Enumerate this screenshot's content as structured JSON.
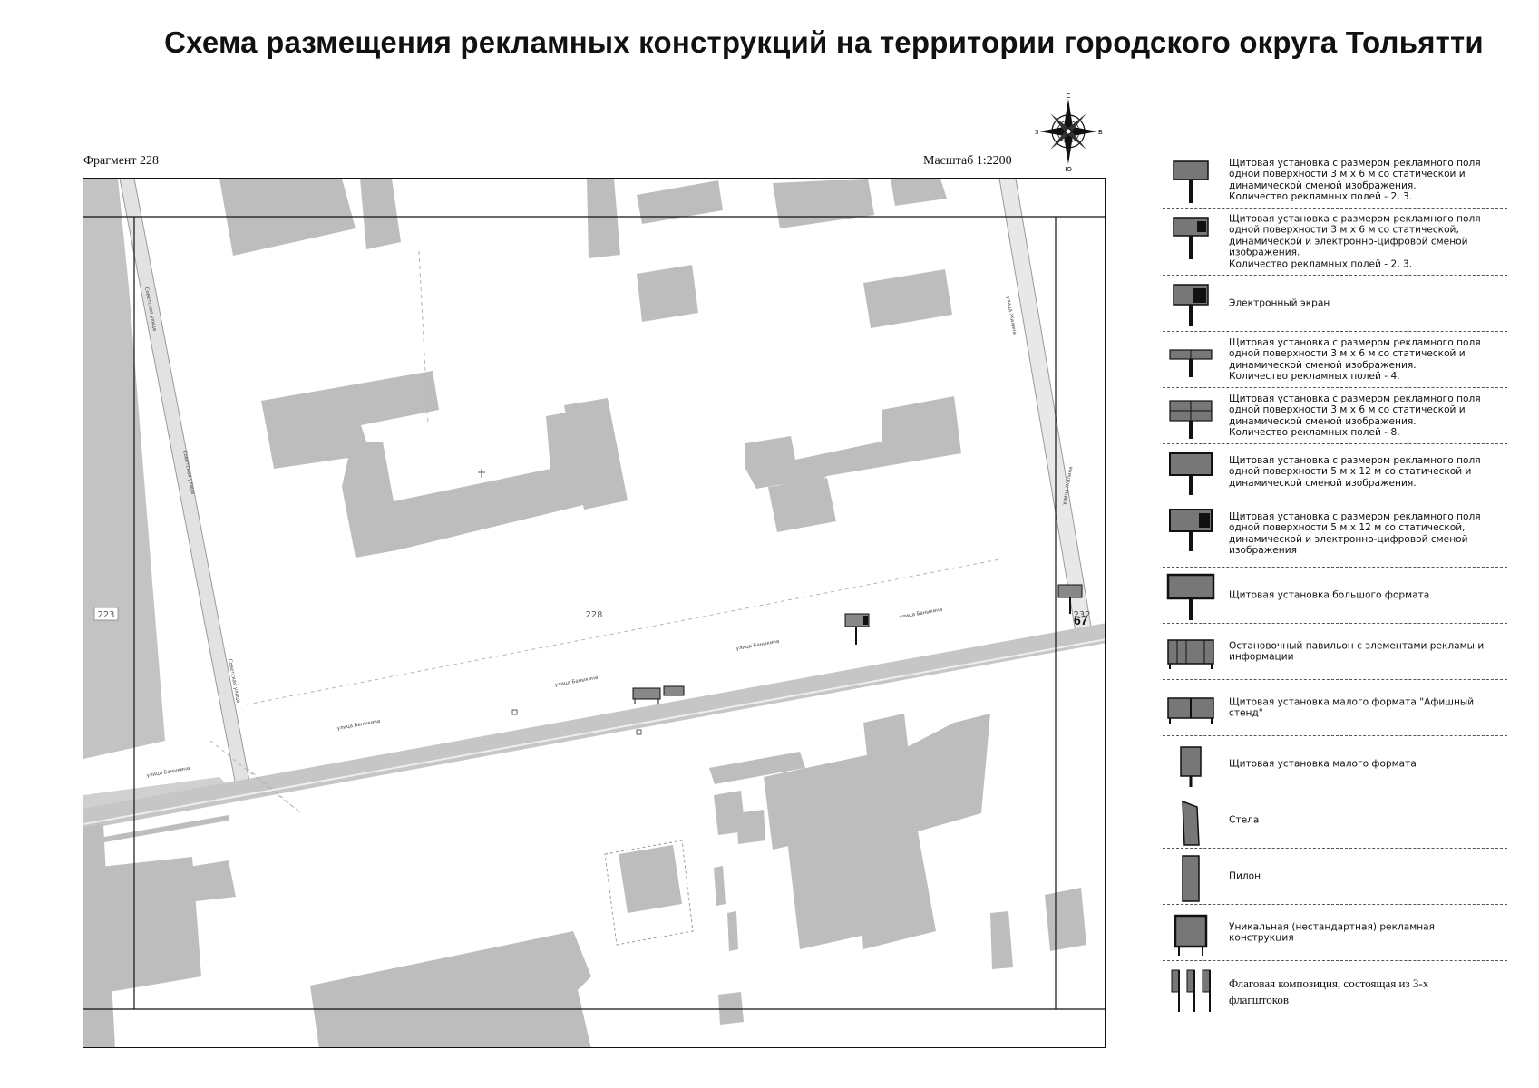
{
  "title": "Схема размещения рекламных конструкций на территории городского округа Тольятти",
  "fragment_label": "Фрагмент 228",
  "scale_label": "Масштаб 1:2200",
  "compass": {
    "north": "С",
    "south": "Ю",
    "west": "З",
    "east": "В"
  },
  "map": {
    "zones": {
      "left": "223",
      "center": "228",
      "right": "232"
    },
    "marker_number": "67",
    "streets": {
      "sovetskaya_1": "Советская улица",
      "sovetskaya_2": "Советская улица",
      "sovetskaya_3": "Советская улица",
      "zhilina_1": "улица Жилина",
      "zhilina_2": "улица Жилина",
      "banykina_1": "улица Баныкина",
      "banykina_2": "улица Баныкина",
      "banykina_3": "улица Баныкина",
      "banykina_4": "улица Баныкина",
      "banykina_5": "улица Баныкина"
    },
    "colors": {
      "building": "#bdbdbd",
      "road": "#c6c6c6",
      "frame": "#111111"
    }
  },
  "legend": [
    {
      "icon": "billboard-3x6-icon",
      "text": "Щитовая установка с размером рекламного поля\nодной поверхности 3 м х 6 м со статической и\nдинамической сменой изображения.\nКоличество рекламных полей - 2, 3."
    },
    {
      "icon": "billboard-3x6-digital-icon",
      "text": "Щитовая установка с размером рекламного поля\nодной поверхности 3 м х 6 м со статической,\nдинамической и электронно-цифровой сменой\nизображения.\nКоличество рекламных полей - 2, 3."
    },
    {
      "icon": "electronic-screen-icon",
      "text": "Электронный экран"
    },
    {
      "icon": "billboard-4-fields-icon",
      "text": "Щитовая установка с размером рекламного поля\nодной поверхности 3 м х 6 м со статической и\nдинамической сменой изображения.\nКоличество рекламных полей - 4."
    },
    {
      "icon": "billboard-8-fields-icon",
      "text": "Щитовая установка с размером рекламного поля\nодной поверхности 3 м х 6 м со статической и\nдинамической сменой изображения.\nКоличество рекламных полей - 8."
    },
    {
      "icon": "billboard-5x12-icon",
      "text": "Щитовая установка с размером рекламного поля\nодной поверхности 5 м х 12 м со статической и\nдинамической сменой изображения."
    },
    {
      "icon": "billboard-5x12-digital-icon",
      "text": "Щитовая установка с размером рекламного поля\nодной поверхности 5 м х 12 м со статической,\nдинамической и электронно-цифровой сменой\nизображения"
    },
    {
      "icon": "large-format-billboard-icon",
      "text": "Щитовая установка большого формата"
    },
    {
      "icon": "bus-stop-pavilion-icon",
      "text": "Остановочный павильон с элементами рекламы и\nинформации"
    },
    {
      "icon": "poster-stand-icon",
      "text": "Щитовая установка малого формата \"Афишный\nстенд\""
    },
    {
      "icon": "small-format-billboard-icon",
      "text": "Щитовая установка малого формата"
    },
    {
      "icon": "stele-icon",
      "text": "Стела"
    },
    {
      "icon": "pylon-icon",
      "text": "Пилон"
    },
    {
      "icon": "unique-construction-icon",
      "text": "Уникальная (нестандартная) рекламная\nконструкция"
    },
    {
      "icon": "flag-composition-icon",
      "text": "Флаговая композиция, состоящая из 3-х\nфлагштоков"
    }
  ]
}
